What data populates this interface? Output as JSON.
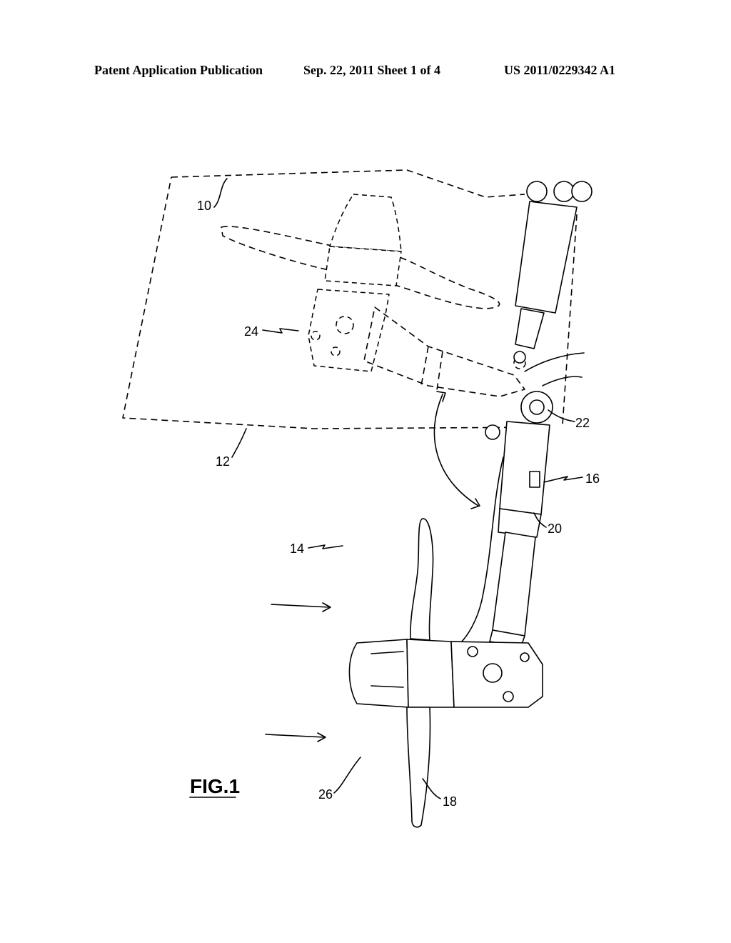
{
  "header": {
    "publication": "Patent Application Publication",
    "date_sheet": "Sep. 22, 2011   Sheet 1 of 4",
    "number": "US 2011/0229342 A1"
  },
  "figure": {
    "label": "FIG.1",
    "refs": {
      "r10": "10",
      "r12": "12",
      "r14": "14",
      "r16": "16",
      "r18": "18",
      "r20": "20",
      "r22": "22",
      "r24": "24",
      "r26": "26"
    }
  }
}
